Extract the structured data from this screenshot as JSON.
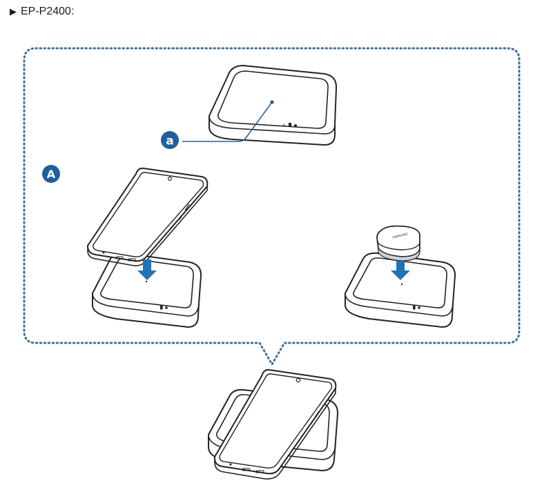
{
  "heading": {
    "bullet_icon": "triangle-right-icon",
    "model": "EP-P2400:"
  },
  "callouts": {
    "a_label": "a",
    "A_label": "A"
  },
  "buds_case": {
    "brand": "SAMSUNG"
  },
  "colors": {
    "callout_blue": "#1f5f9e",
    "arrow_blue": "#1f73b7",
    "dotted_frame": "#3d6f9a",
    "pad_outline": "#222222"
  }
}
